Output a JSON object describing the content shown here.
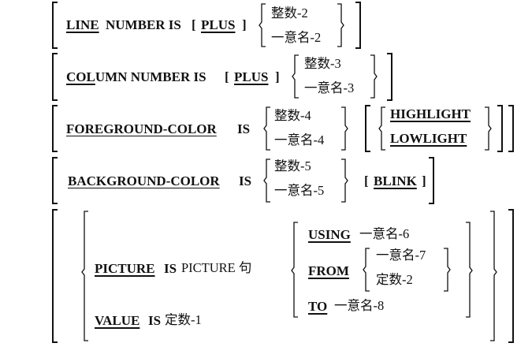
{
  "line_clause": {
    "line": "LINE",
    "number_is": "NUMBER IS",
    "open": "[",
    "plus": "PLUS",
    "close": "]",
    "opt1": "整数-2",
    "opt2": "一意名-2"
  },
  "column_clause": {
    "col": "COL",
    "umn_number_is": "UMN NUMBER IS",
    "open": "[",
    "plus": "PLUS",
    "close": "]",
    "opt1": "整数-3",
    "opt2": "一意名-3"
  },
  "foreground_clause": {
    "keyword": "FOREGROUND-COLOR",
    "is": "IS",
    "opt1": "整数-4",
    "opt2": "一意名-4",
    "highlight": "HIGHLIGHT",
    "lowlight": "LOWLIGHT"
  },
  "background_clause": {
    "keyword": "BACKGROUND-COLOR",
    "is": "IS",
    "opt1": "整数-5",
    "opt2": "一意名-5",
    "blink_open": "[",
    "blink": "BLINK",
    "blink_close": "]"
  },
  "picture_clause": {
    "keyword": "PICTURE",
    "is": "IS",
    "phrase": "PICTURE 句",
    "using": "USING",
    "using_operand": "一意名-6",
    "from": "FROM",
    "from_opt1": "一意名-7",
    "from_opt2": "定数-2",
    "to": "TO",
    "to_operand": "一意名-8"
  },
  "value_clause": {
    "keyword": "VALUE",
    "is": "IS",
    "operand": "定数-1"
  }
}
